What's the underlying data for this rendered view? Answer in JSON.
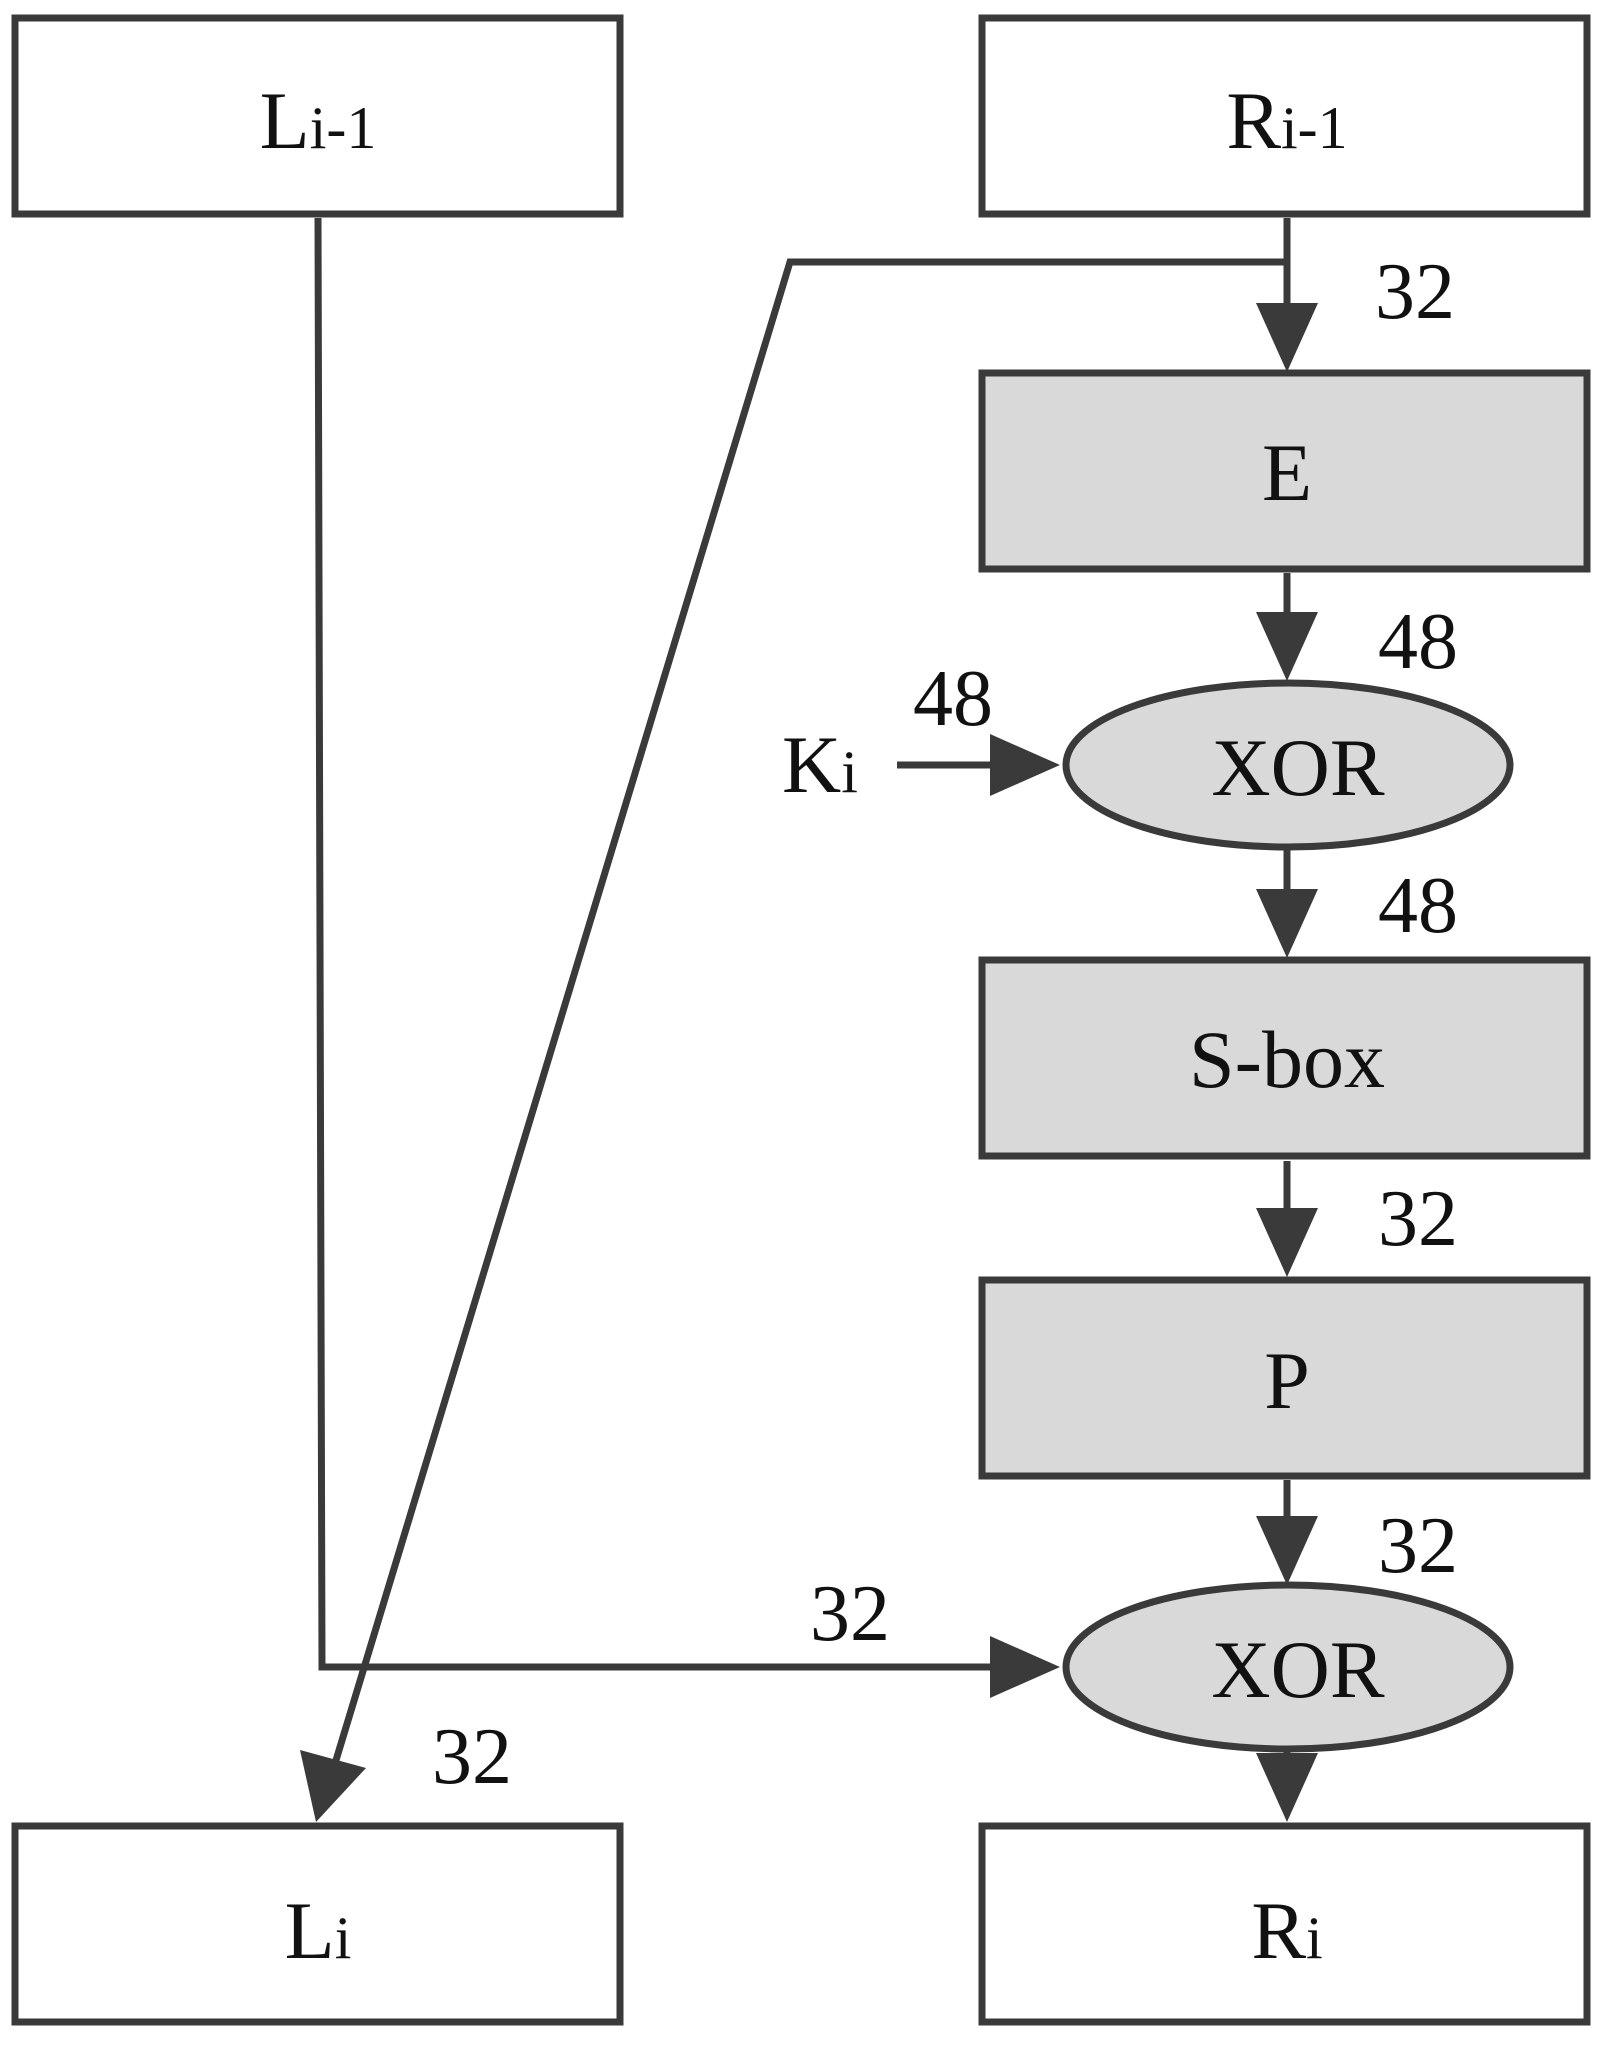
{
  "colors": {
    "stroke": "#3a3a3a",
    "gray_fill": "#d9d9d9",
    "white_fill": "#ffffff",
    "text": "#111111"
  },
  "blocks": {
    "l_prev": {
      "base": "L",
      "sub": "i-1"
    },
    "r_prev": {
      "base": "R",
      "sub": "i-1"
    },
    "expansion": {
      "label": "E"
    },
    "xor_key": {
      "label": "XOR"
    },
    "sbox": {
      "label": "S-box"
    },
    "permutation": {
      "label": "P"
    },
    "xor_left": {
      "label": "XOR"
    },
    "l_next": {
      "base": "L",
      "sub": "i"
    },
    "r_next": {
      "base": "R",
      "sub": "i"
    }
  },
  "key_input": {
    "base": "K",
    "sub": "i"
  },
  "bit_widths": {
    "r_to_e": "32",
    "e_to_xor": "48",
    "key_to_xor": "48",
    "xor_to_sbox": "48",
    "sbox_to_p": "32",
    "p_to_xor": "32",
    "l_to_xor": "32",
    "r_to_l_next": "32"
  }
}
